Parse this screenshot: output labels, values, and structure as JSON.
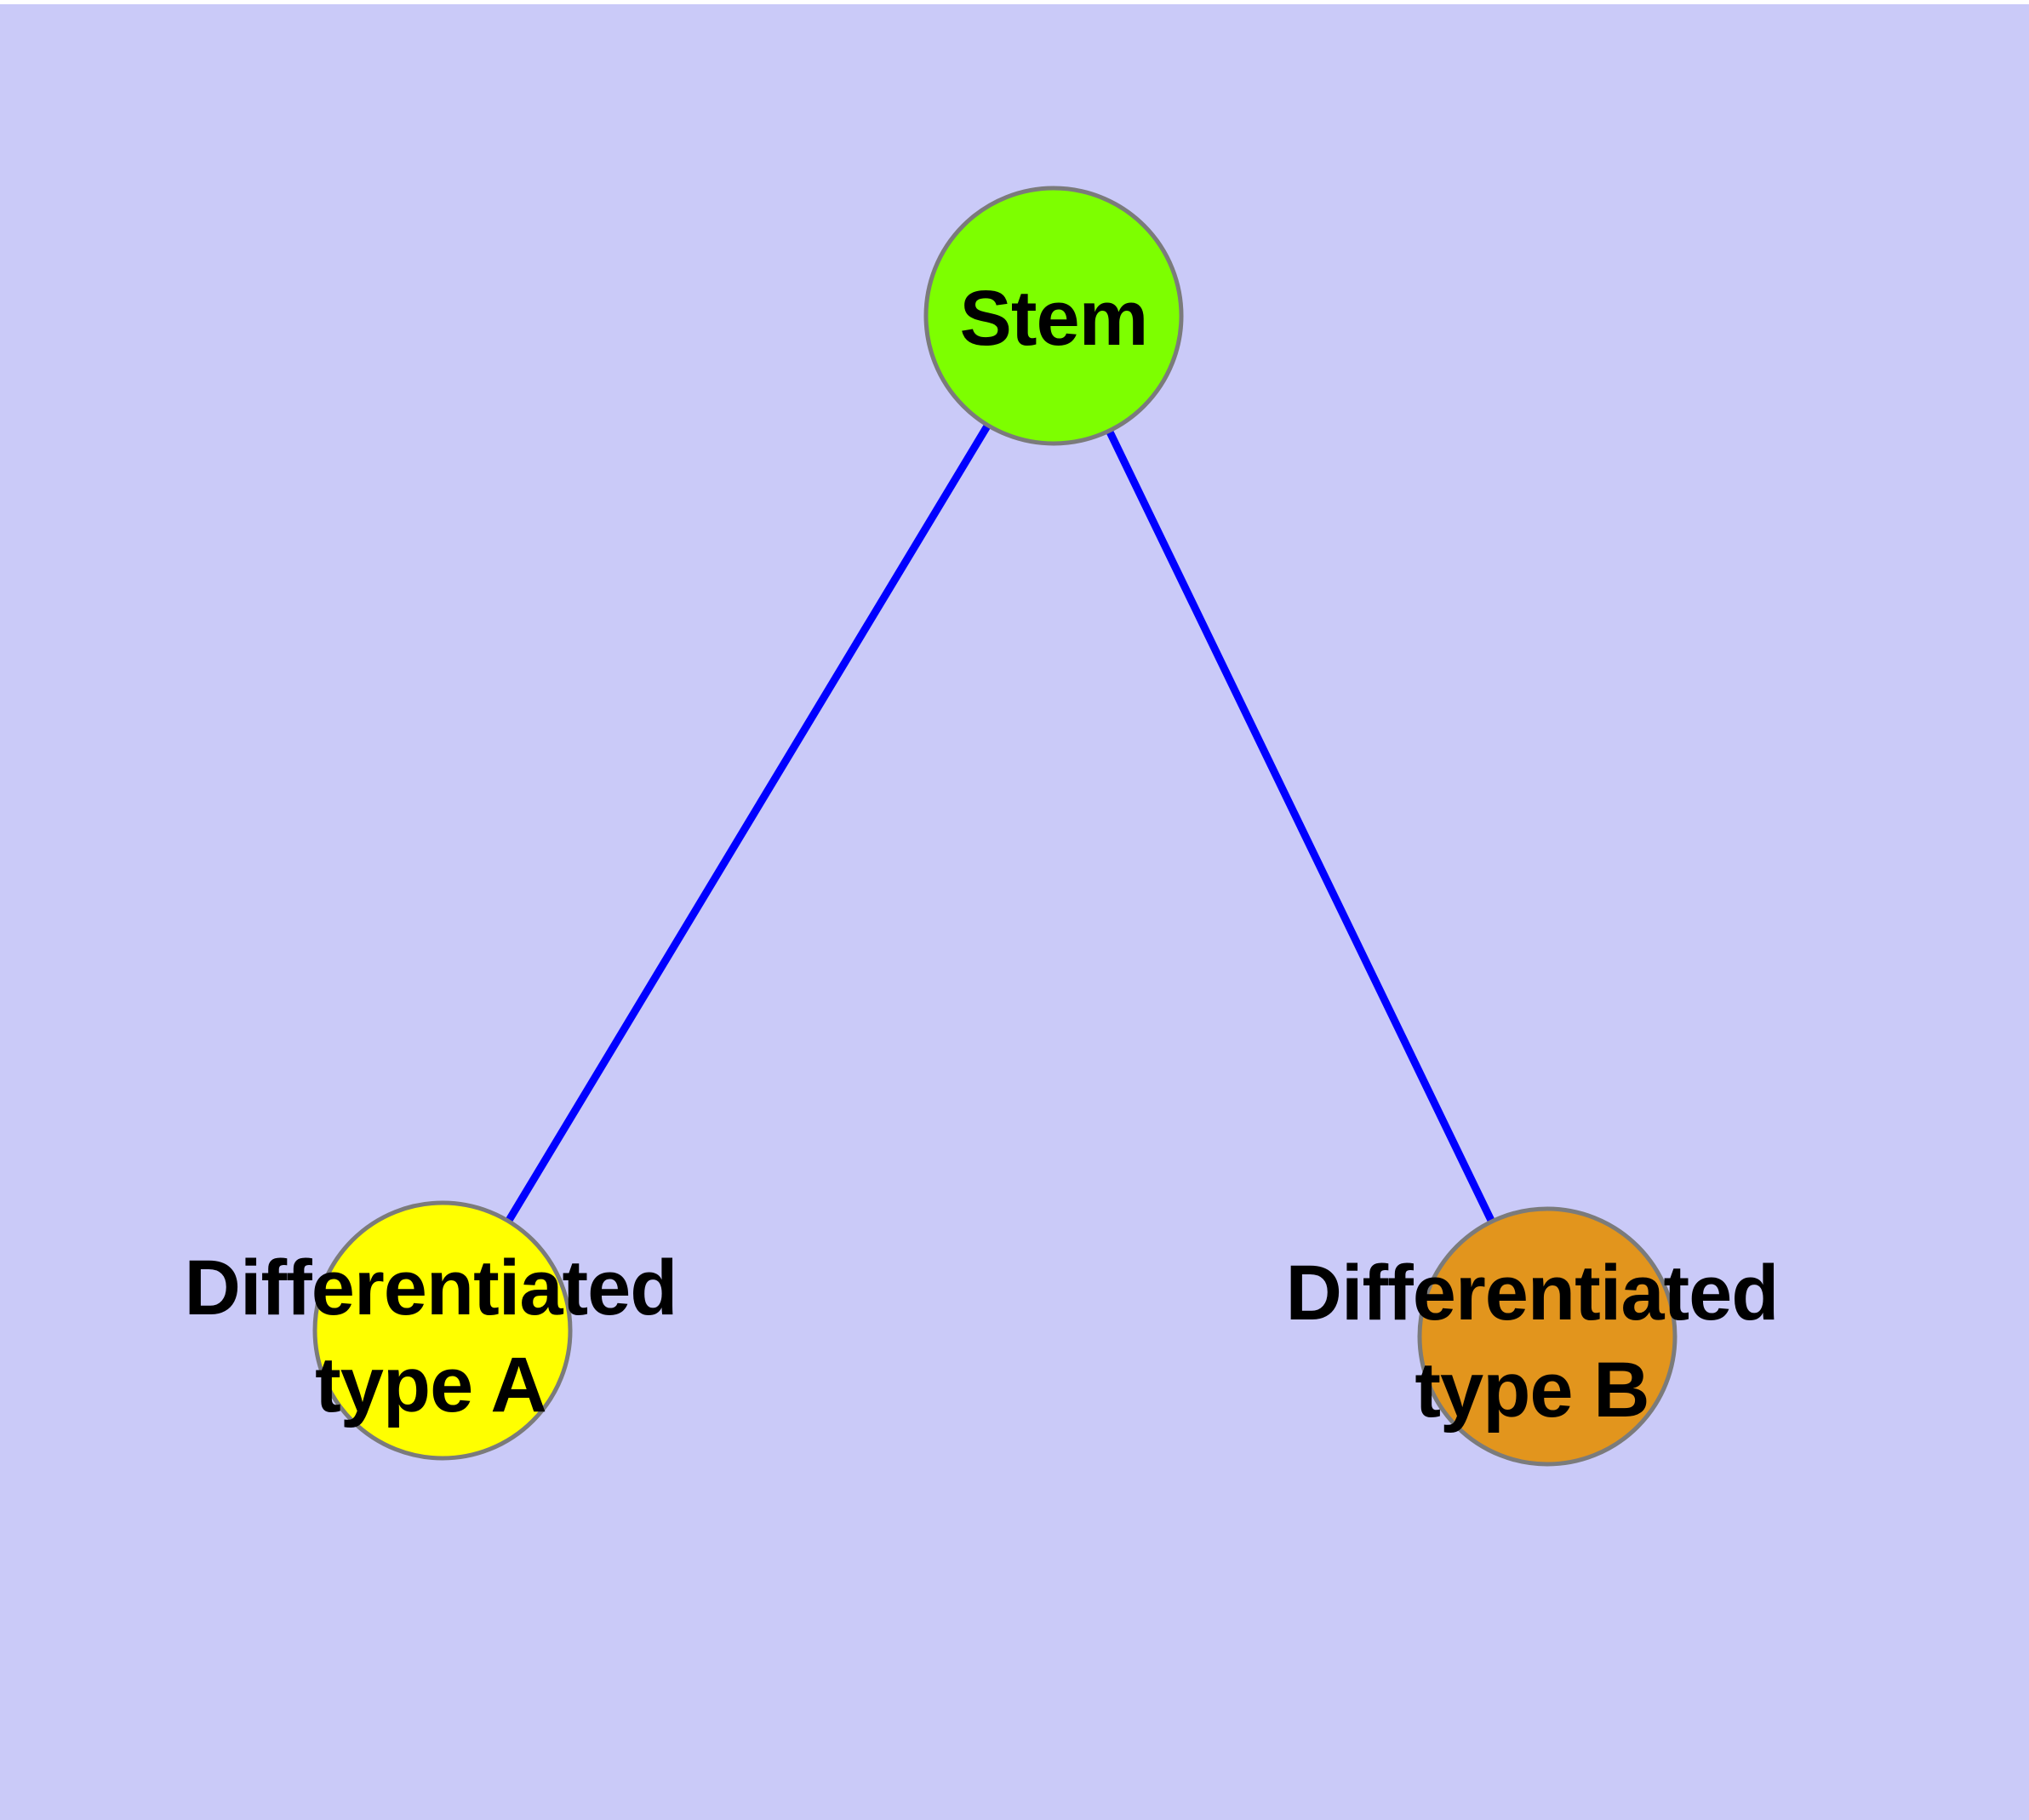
{
  "diagram": {
    "type": "node-link-tree",
    "nodes": [
      {
        "id": "stem",
        "label": "Stem",
        "fill": "#7dff00"
      },
      {
        "id": "type-a",
        "label_line1": "Differentiated",
        "label_line2": "type A",
        "fill": "#ffff00"
      },
      {
        "id": "type-b",
        "label_line1": "Differentiated",
        "label_line2": "type B",
        "fill": "#e2951d"
      }
    ],
    "edges": [
      {
        "from": "Stem",
        "to": "Differentiated type A"
      },
      {
        "from": "Stem",
        "to": "Differentiated type B"
      }
    ],
    "colors": {
      "background": "#cacaf8",
      "top_strip": "#ffffff",
      "edge": "#0000ff",
      "node_border": "#7b7b7b",
      "label_text": "#000000"
    }
  }
}
